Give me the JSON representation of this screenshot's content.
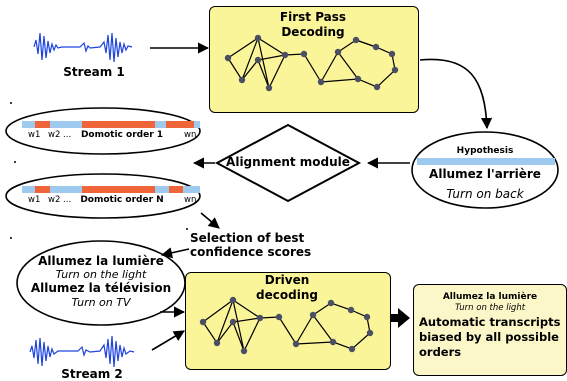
{
  "stream1": {
    "label": "Stream 1"
  },
  "stream2": {
    "label": "Stream 2"
  },
  "first_pass": {
    "title_line1": "First Pass",
    "title_line2": "Decoding"
  },
  "driven": {
    "title_line1": "Driven",
    "title_line2": "decoding"
  },
  "hypothesis": {
    "label": "Hypothesis",
    "text": "Allumez l'arrière",
    "translation": "Turn on back"
  },
  "alignment": {
    "label": "Alignment module"
  },
  "order1": {
    "w1": "w1",
    "w2": "w2 ...",
    "name": "Domotic order 1",
    "wn": "wn"
  },
  "orderN": {
    "w1": "w1",
    "w2": "w2 ...",
    "name": "Domotic order N",
    "wn": "wn"
  },
  "selection": {
    "line1": "Selection of best",
    "line2": "confidence scores"
  },
  "candidates": {
    "c1": "Allumez la lumière",
    "c1_tr": "Turn on the light",
    "c2": "Allumez la télévision",
    "c2_tr": "Turn on TV"
  },
  "output": {
    "text": "Allumez la lumière",
    "translation": "Turn on the light",
    "line1": "Automatic transcripts",
    "line2": "biased by all possible",
    "line3": "orders"
  },
  "colors": {
    "box_fill": "#fbf59a",
    "output_fill": "#fbf7c8",
    "bar_blue": "#9fcaf0",
    "bar_red": "#f0643a",
    "wave_blue": "#1e44e0",
    "node_fill": "#4a4f63"
  }
}
